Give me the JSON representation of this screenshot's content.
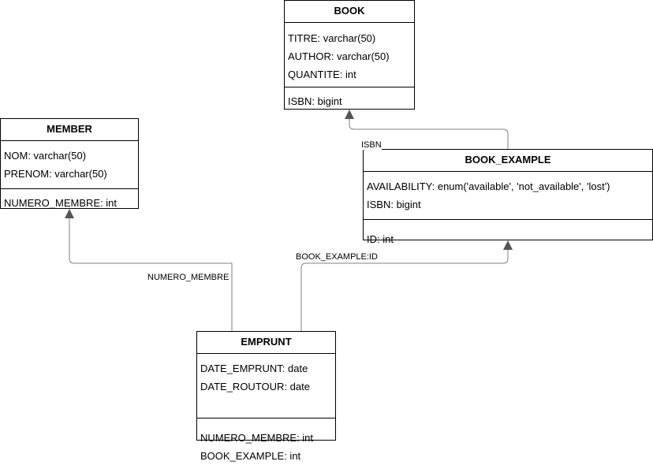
{
  "entities": {
    "book": {
      "title": "BOOK",
      "attributes": [
        "TITRE: varchar(50)",
        "AUTHOR: varchar(50)",
        "QUANTITE: int"
      ],
      "keys": [
        "ISBN: bigint"
      ]
    },
    "member": {
      "title": "MEMBER",
      "attributes": [
        "NOM: varchar(50)",
        "PRENOM: varchar(50)"
      ],
      "keys": [
        "NUMERO_MEMBRE: int"
      ]
    },
    "book_example": {
      "title": "BOOK_EXAMPLE",
      "attributes": [
        "AVAILABILITY: enum('available', 'not_available', 'lost')",
        "ISBN: bigint"
      ],
      "keys": [
        "ID: int"
      ]
    },
    "emprunt": {
      "title": "EMPRUNT",
      "attributes": [
        "DATE_EMPRUNT: date",
        "DATE_ROUTOUR: date"
      ],
      "keys": [
        "NUMERO_MEMBRE: int",
        "BOOK_EXAMPLE: int"
      ]
    }
  },
  "relations": [
    {
      "from": "book_example",
      "to": "book",
      "label": "ISBN"
    },
    {
      "from": "emprunt",
      "to": "book_example",
      "label": "BOOK_EXAMPLE:ID"
    },
    {
      "from": "emprunt",
      "to": "member",
      "label": "NUMERO_MEMBRE"
    }
  ],
  "colors": {
    "line": "#808080",
    "arrowhead": "#555555",
    "border": "#000000",
    "background": "#ffffff"
  }
}
